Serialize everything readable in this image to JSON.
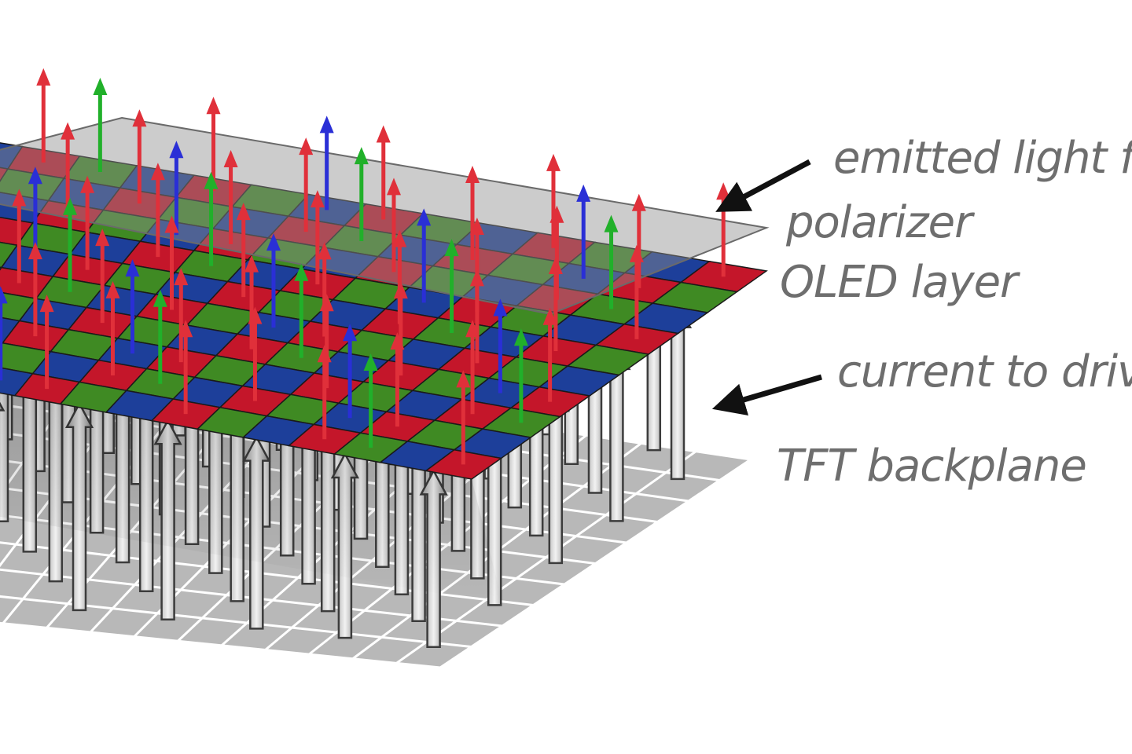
{
  "labels": {
    "emitted": "emitted light fr",
    "polarizer": "polarizer",
    "oled": "OLED layer",
    "current": "current to driv",
    "tft": "TFT backplane"
  },
  "grid": {
    "rows": 10,
    "cols": 16,
    "color_pattern": [
      "red",
      "green",
      "blue"
    ]
  },
  "colors": {
    "red": "#c4162a",
    "green": "#3f8a23",
    "blue": "#1d3f9a",
    "polarizer": "#8e8e8e",
    "backplane": "#b8b8b8",
    "label": "#6e6e6e",
    "pointer": "#111111"
  }
}
